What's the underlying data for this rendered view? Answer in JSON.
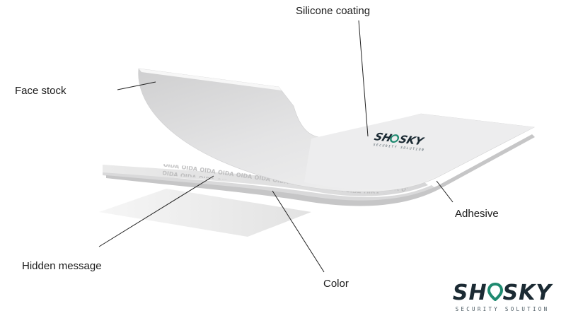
{
  "diagram": {
    "labels": {
      "silicone_coating": "Silicone coating",
      "face_stock": "Face stock",
      "adhesive": "Adhesive",
      "hidden_message": "Hidden message",
      "color": "Color"
    },
    "pattern_text": "OIDA",
    "colors": {
      "brand_dark": "#1b2a33",
      "brand_teal": "#1f8a70"
    }
  },
  "logo": {
    "brand_first": "SH",
    "brand_last": "SKY",
    "tagline": "SECURITY SOLUTION"
  }
}
